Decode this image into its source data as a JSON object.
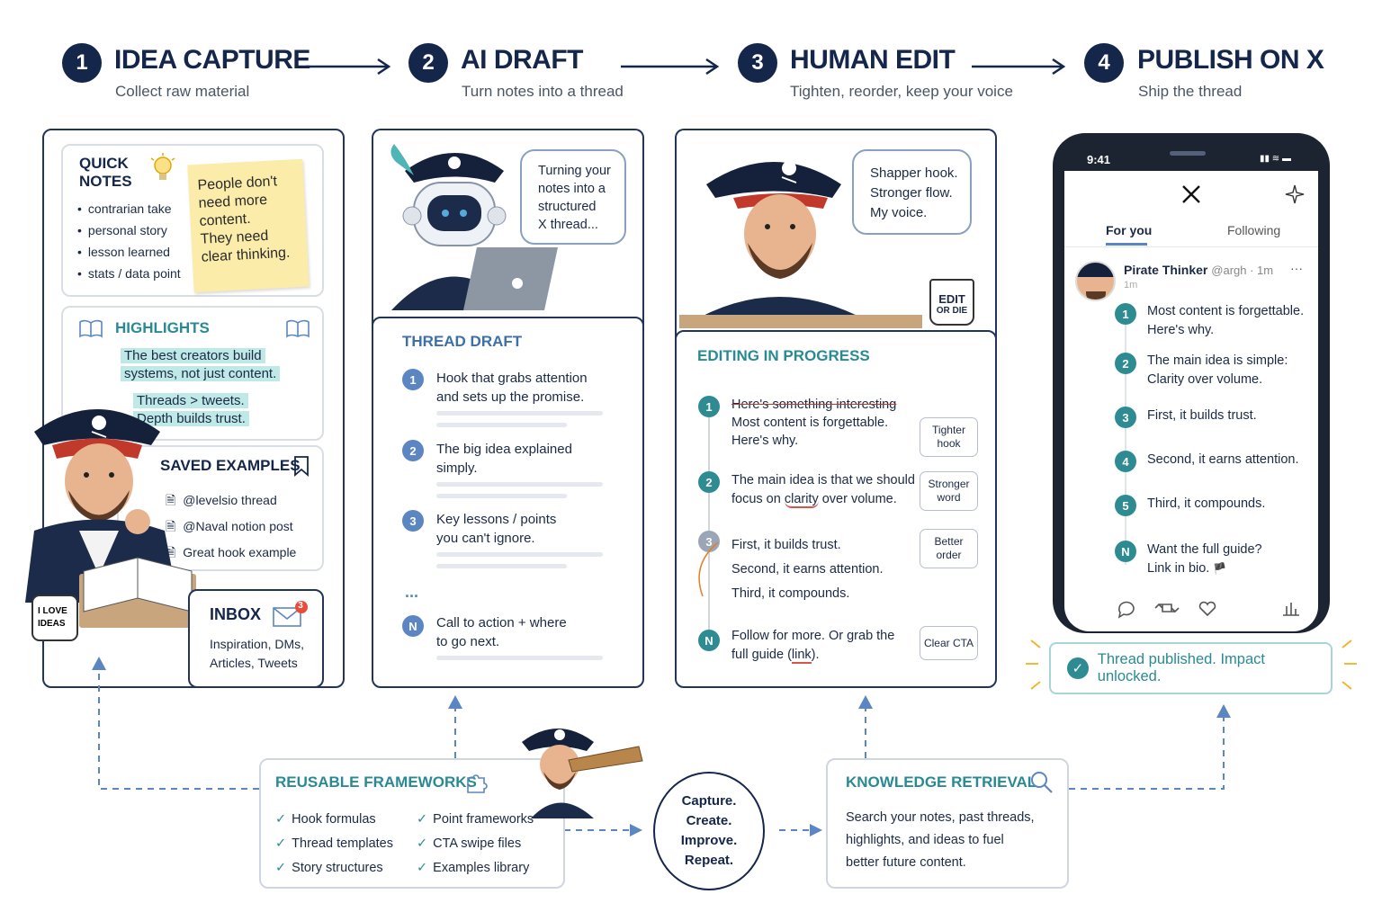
{
  "steps": [
    {
      "num": "1",
      "title": "IDEA CAPTURE",
      "subtitle": "Collect raw material"
    },
    {
      "num": "2",
      "title": "AI DRAFT",
      "subtitle": "Turn notes into a thread"
    },
    {
      "num": "3",
      "title": "HUMAN EDIT",
      "subtitle": "Tighten, reorder, keep your voice"
    },
    {
      "num": "4",
      "title": "PUBLISH ON X",
      "subtitle": "Ship the thread"
    }
  ],
  "capture": {
    "quick_notes": {
      "title_a": "QUICK",
      "title_b": "NOTES",
      "items": [
        "contrarian take",
        "personal story",
        "lesson learned",
        "stats / data point"
      ],
      "sticky": [
        "People don't",
        "need more",
        "content.",
        "They need",
        "clear thinking."
      ]
    },
    "highlights": {
      "title": "HIGHLIGHTS",
      "lines": [
        "The best creators build",
        "systems, not just content.",
        "Threads > tweets.",
        "Depth builds trust."
      ]
    },
    "saved": {
      "title": "SAVED EXAMPLES",
      "items": [
        "@levelsio thread",
        "@Naval notion post",
        "Great hook example"
      ]
    },
    "inbox": {
      "title": "INBOX",
      "badge": "3",
      "text_a": "Inspiration, DMs,",
      "text_b": "Articles, Tweets"
    },
    "mug": "I LOVE\nIDEAS"
  },
  "draft": {
    "bubble": [
      "Turning your",
      "notes into a",
      "structured",
      "X thread..."
    ],
    "title": "THREAD DRAFT",
    "items": [
      {
        "n": "1",
        "a": "Hook that grabs attention",
        "b": "and sets up the promise."
      },
      {
        "n": "2",
        "a": "The big idea explained",
        "b": "simply."
      },
      {
        "n": "3",
        "a": "Key lessons / points",
        "b": "you can't ignore."
      },
      {
        "n": "N",
        "a": "Call to action + where",
        "b": "to go next."
      }
    ],
    "ellipsis": "..."
  },
  "edit": {
    "bubble": [
      "Shapper hook.",
      "Stronger flow.",
      "My voice."
    ],
    "mug_a": "EDIT",
    "mug_b": "OR DIE",
    "title": "EDITING IN PROGRESS",
    "item1": {
      "n": "1",
      "struck": "Here's something interesting",
      "a": "Most content is forgettable.",
      "b": "Here's why.",
      "chip_a": "Tighter",
      "chip_b": "hook"
    },
    "item2": {
      "n": "2",
      "a": "The main idea is that we should",
      "b_pre": "focus on ",
      "b_mark": "clarity",
      "b_post": " over volume.",
      "chip_a": "Stronger",
      "chip_b": "word"
    },
    "item3": {
      "n": "3",
      "a": "First, it builds trust.",
      "b": "Second, it earns attention.",
      "c": "Third, it compounds.",
      "chip_a": "Better",
      "chip_b": "order"
    },
    "itemN": {
      "n": "N",
      "a": "Follow for more. Or grab the",
      "b_pre": "full guide (",
      "b_mark": "link",
      "b_post": ").",
      "chip": "Clear CTA"
    }
  },
  "phone": {
    "time": "9:41",
    "tab_for_you": "For you",
    "tab_following": "Following",
    "author": "Pirate Thinker",
    "handle": "@argh · 1m",
    "handle2": "1m",
    "more": "···",
    "items": [
      {
        "n": "1",
        "a": "Most content is forgettable.",
        "b": "Here's why."
      },
      {
        "n": "2",
        "a": "The main idea is simple:",
        "b": "Clarity over volume."
      },
      {
        "n": "3",
        "a": "First, it builds trust.",
        "b": ""
      },
      {
        "n": "4",
        "a": "Second, it earns attention.",
        "b": ""
      },
      {
        "n": "5",
        "a": "Third, it compounds.",
        "b": ""
      },
      {
        "n": "N",
        "a": "Want the full guide?",
        "b": "Link in bio."
      }
    ],
    "published": "Thread published. Impact unlocked."
  },
  "frameworks": {
    "title": "REUSABLE FRAMEWORKS",
    "col1": [
      "Hook formulas",
      "Thread templates",
      "Story structures"
    ],
    "col2": [
      "Point frameworks",
      "CTA swipe files",
      "Examples library"
    ]
  },
  "cycle": [
    "Capture.",
    "Create.",
    "Improve.",
    "Repeat."
  ],
  "knowledge": {
    "title": "KNOWLEDGE RETRIEVAL",
    "lines": [
      "Search your notes, past threads,",
      "highlights, and ideas to fuel",
      "better future content."
    ]
  },
  "colors": {
    "navy": "#14264a",
    "teal": "#2e8b92",
    "blue": "#5b86c2",
    "sticky": "#fbecaa"
  }
}
